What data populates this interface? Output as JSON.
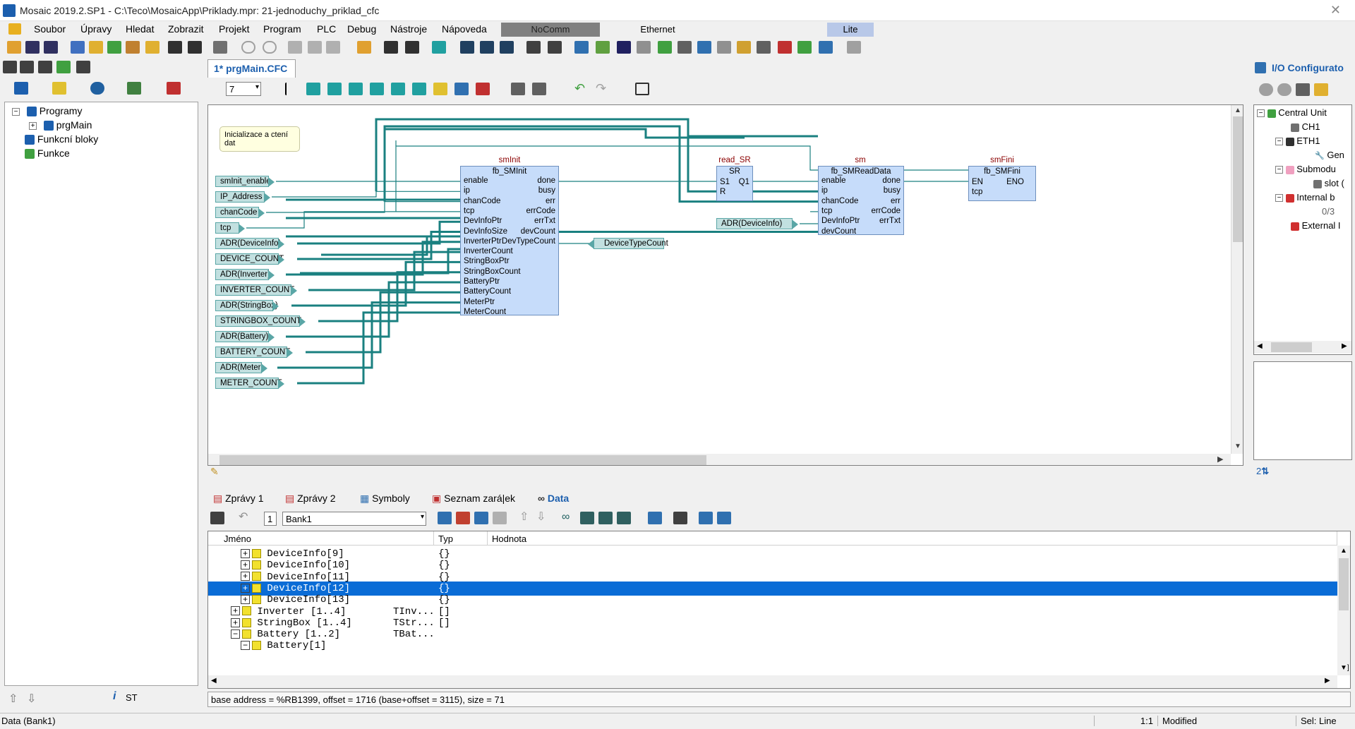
{
  "window": {
    "title": "Mosaic 2019.2.SP1 - C:\\Teco\\MosaicApp\\Priklady.mpr: 21-jednoduchy_priklad_cfc"
  },
  "menu": {
    "items": [
      "Soubor",
      "Úpravy",
      "Hledat",
      "Zobrazit",
      "Projekt",
      "Program",
      "PLC",
      "Debug",
      "Nástroje",
      "Nápoveda"
    ],
    "comm_status": "NoComm",
    "connection": "Ethernet",
    "edition": "Lite"
  },
  "left_panel": {
    "tree": [
      {
        "label": "Programy",
        "expander": "−"
      },
      {
        "label": "prgMain",
        "expander": "+"
      },
      {
        "label": "Funkcní bloky",
        "expander": ""
      },
      {
        "label": "Funkce",
        "expander": ""
      }
    ],
    "footer_label": "ST"
  },
  "editor": {
    "tab_label": "1* prgMain.CFC",
    "zoom_value": "7",
    "comment": "Inicializace a ctení dat",
    "input_vars": [
      "smInit_enable",
      "IP_Address",
      "chanCode",
      "tcp",
      "ADR(DeviceInfo)",
      "DEVICE_COUNT",
      "ADR(Inverter)",
      "INVERTER_COUNT",
      "ADR(StringBox)",
      "STRINGBOX_COUNT",
      "ADR(Battery)",
      "BATTERY_COUNT",
      "ADR(Meter)",
      "METER_COUNT"
    ],
    "blocks": {
      "smInit": {
        "instance": "smInit",
        "type": "fb_SMInit",
        "inputs": [
          "enable",
          "ip",
          "chanCode",
          "tcp",
          "DevInfoPtr",
          "DevInfoSize",
          "InverterPtr",
          "InverterCount",
          "StringBoxPtr",
          "StringBoxCount",
          "BatteryPtr",
          "BatteryCount",
          "MeterPtr",
          "MeterCount"
        ],
        "outputs": [
          "done",
          "busy",
          "err",
          "errCode",
          "errTxt",
          "devCount",
          "DevTypeCount"
        ]
      },
      "read_SR": {
        "instance": "read_SR",
        "type": "SR",
        "inputs": [
          "S1",
          "R"
        ],
        "outputs": [
          "Q1"
        ]
      },
      "sm": {
        "instance": "sm",
        "type": "fb_SMReadData",
        "inputs": [
          "enable",
          "ip",
          "chanCode",
          "tcp",
          "DevInfoPtr",
          "devCount"
        ],
        "outputs": [
          "done",
          "busy",
          "err",
          "errCode",
          "errTxt"
        ]
      },
      "smFini": {
        "instance": "smFini",
        "type": "fb_SMFini",
        "inputs": [
          "EN",
          "tcp"
        ],
        "outputs": [
          "ENO"
        ]
      }
    },
    "output_var": "DeviceTypeCount",
    "sm_devinfo_var": "ADR(DeviceInfo)"
  },
  "right_panel": {
    "title": "I/O Configurato",
    "tree": [
      {
        "label": "Central Unit",
        "expander": "−"
      },
      {
        "label": "CH1",
        "expander": ""
      },
      {
        "label": "ETH1",
        "expander": "−"
      },
      {
        "label": "Gen",
        "expander": ""
      },
      {
        "label": "Submodu",
        "expander": "−"
      },
      {
        "label": "slot (",
        "expander": ""
      },
      {
        "label": "Internal b",
        "expander": "−"
      },
      {
        "label": "0/3",
        "expander": ""
      },
      {
        "label": "External I",
        "expander": ""
      }
    ],
    "footer": "2"
  },
  "bottom_tabs": [
    "Zprávy 1",
    "Zprávy 2",
    "Symboly",
    "Seznam zará|ek",
    "Data"
  ],
  "data_toolbar": {
    "bank_number": "1",
    "bank_name": "Bank1"
  },
  "data_table": {
    "headers": [
      "Jméno",
      "Typ",
      "Hodnota"
    ],
    "rows": [
      {
        "name": "DeviceInfo[9]",
        "type": "",
        "value": "{}",
        "indent": 1,
        "box": "+"
      },
      {
        "name": "DeviceInfo[10]",
        "type": "",
        "value": "{}",
        "indent": 1,
        "box": "+"
      },
      {
        "name": "DeviceInfo[11]",
        "type": "",
        "value": "{}",
        "indent": 1,
        "box": "+"
      },
      {
        "name": "DeviceInfo[12]",
        "type": "",
        "value": "{}",
        "indent": 1,
        "box": "+",
        "selected": true
      },
      {
        "name": "DeviceInfo[13]",
        "type": "",
        "value": "{}",
        "indent": 1,
        "box": "+"
      },
      {
        "name": "Inverter [1..4]",
        "type": "TInv...",
        "value": "[]",
        "indent": 0,
        "box": "+"
      },
      {
        "name": "StringBox [1..4]",
        "type": "TStr...",
        "value": "[]",
        "indent": 0,
        "box": "+"
      },
      {
        "name": "Battery [1..2]",
        "type": "TBat...",
        "value": "",
        "indent": 0,
        "box": "−"
      },
      {
        "name": "Battery[1]",
        "type": "",
        "value": "",
        "indent": 1,
        "box": "−"
      }
    ]
  },
  "info_bar": "base address = %RB1399, offset = 1716 (base+offset = 3115), size = 71",
  "status_bar": {
    "left": "Data (Bank1)",
    "position": "1:1",
    "state": "Modified",
    "selection": "Sel: Line"
  },
  "colors": {
    "selection": "#0a6cd6",
    "wire": "#1a8080",
    "fb_fill": "#c6dcfa",
    "var_fill": "#c2e0e0",
    "accent_blue": "#1c5fae"
  }
}
